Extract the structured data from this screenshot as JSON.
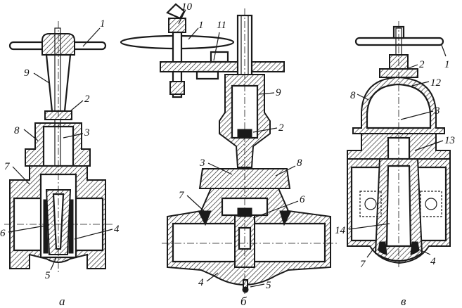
{
  "figure": {
    "panels": [
      {
        "caption": "а",
        "callouts": [
          "1",
          "9",
          "2",
          "8",
          "3",
          "7",
          "6",
          "4",
          "5"
        ]
      },
      {
        "caption": "б",
        "callouts": [
          "10",
          "1",
          "11",
          "9",
          "2",
          "3",
          "8",
          "7",
          "6",
          "4",
          "5"
        ]
      },
      {
        "caption": "в",
        "callouts": [
          "1",
          "2",
          "12",
          "8",
          "3",
          "13",
          "14",
          "7",
          "4"
        ]
      }
    ]
  }
}
